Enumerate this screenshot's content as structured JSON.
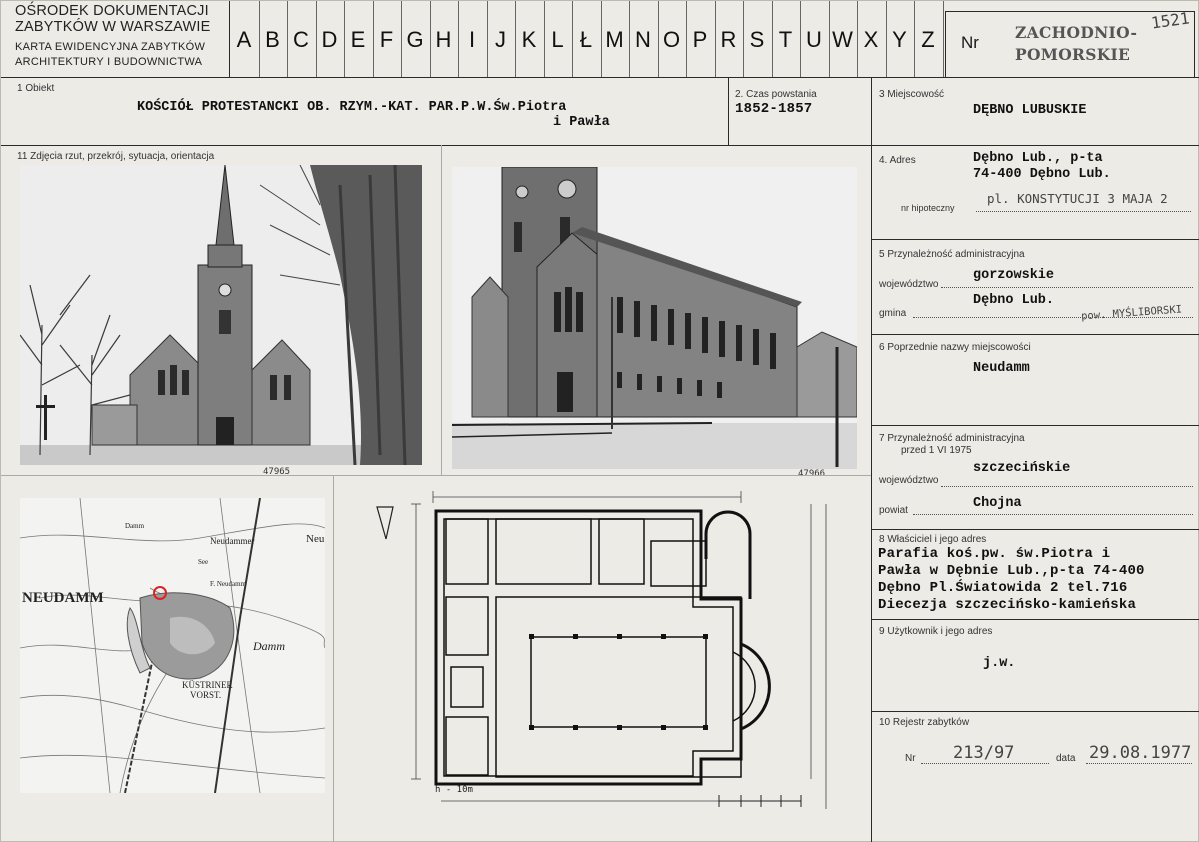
{
  "header": {
    "institution_line1": "OŚRODEK DOKUMENTACJI",
    "institution_line2": "ZABYTKÓW W WARSZAWIE",
    "card_line1": "KARTA EWIDENCYJNA ZABYTKÓW",
    "card_line2": "ARCHITEKTURY I BUDOWNICTWA",
    "alphabet": [
      "A",
      "B",
      "C",
      "D",
      "E",
      "F",
      "G",
      "H",
      "I",
      "J",
      "K",
      "L",
      "Ł",
      "M",
      "N",
      "O",
      "P",
      "R",
      "S",
      "T",
      "U",
      "W",
      "X",
      "Y",
      "Z"
    ],
    "nr_label": "Nr",
    "stamp_line1": "ZACHODNIO-",
    "stamp_line2": "POMORSKIE",
    "card_number": "1521"
  },
  "fields": {
    "object": {
      "label": "1  Obiekt",
      "value_line1": "KOŚCIÓŁ PROTESTANCKI OB. RZYM.-KAT. PAR.P.W.Św.Piotra",
      "value_line2": "i Pawła"
    },
    "built": {
      "label": "2. Czas powstania",
      "value": "1852-1857"
    },
    "locality": {
      "label": "3  Miejscowość",
      "value": "DĘBNO LUBUSKIE"
    },
    "photos_label": "11  Zdjęcia  rzut, przekrój, sytuacja, orientacja",
    "address": {
      "label": "4. Adres",
      "line1": "Dębno Lub., p-ta",
      "line2": "74-400 Dębno Lub.",
      "mortgage_label": "nr hipoteczny",
      "mortgage_value": "pl. KONSTYTUCJI 3 MAJA 2"
    },
    "admin": {
      "label": "5  Przynależność administracyjna",
      "voivodeship_label": "województwo",
      "voivodeship_value": "gorzowskie",
      "commune_label": "gmina",
      "commune_value": "Dębno Lub.",
      "powiat_note": "pow. MYŚLIBORSKI"
    },
    "previous_names": {
      "label": "6  Poprzednie  nazwy  miejscowości",
      "value": "Neudamm"
    },
    "admin_before": {
      "label": "7  Przynależność administracyjna",
      "label2": "przed 1 VI 1975",
      "voivodeship_label": "województwo",
      "voivodeship_value": "szczecińskie",
      "powiat_label": "powiat",
      "powiat_value": "Chojna"
    },
    "owner": {
      "label": "8  Właściciel i jego adres",
      "line1": "Parafia koś.pw. św.Piotra i",
      "line2": "Pawła w Dębnie Lub.,p-ta 74-400",
      "line3": "Dębno Pl.Światowida 2 tel.716",
      "line4": "Diecezja szczecińsko-kamieńska"
    },
    "user": {
      "label": "9  Użytkownik i jego adres",
      "value": "j.w."
    },
    "register": {
      "label": "10  Rejestr zabytków",
      "nr_label": "Nr",
      "nr_value": "213/97",
      "date_label": "data",
      "date_value": "29.08.1977"
    }
  },
  "photos": {
    "photo1_id": "47965",
    "photo2_id": "47966"
  },
  "map": {
    "labels": [
      "NEUDAMM",
      "Neudammer",
      "Neu",
      "Damm",
      "KÜSTRINER",
      "VORST.",
      "See",
      "F. Neudamm",
      "Damm"
    ]
  },
  "plan": {
    "scale_label": "h - 10m"
  }
}
